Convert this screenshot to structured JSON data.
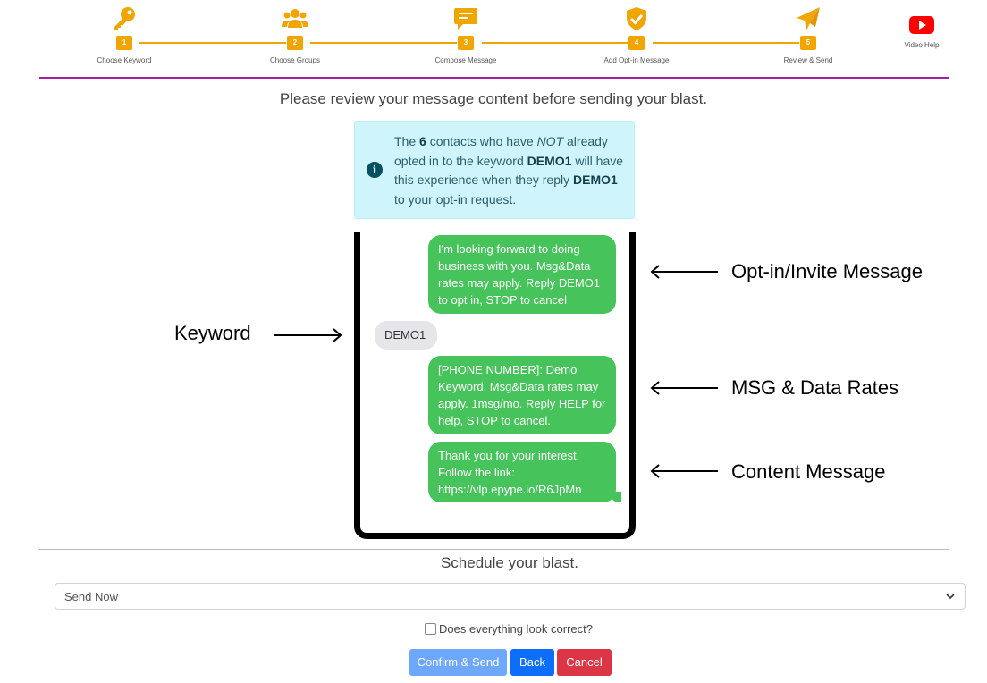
{
  "stepper": {
    "steps": [
      {
        "num": "1",
        "label": "Choose Keyword",
        "icon": "key-icon"
      },
      {
        "num": "2",
        "label": "Choose Groups",
        "icon": "users-icon"
      },
      {
        "num": "3",
        "label": "Compose Message",
        "icon": "message-icon"
      },
      {
        "num": "4",
        "label": "Add Opt-in Message",
        "icon": "shield-check-icon"
      },
      {
        "num": "5",
        "label": "Review & Send",
        "icon": "paper-plane-icon"
      }
    ],
    "video_help": "Video Help",
    "accent_color": "#f0a500"
  },
  "review_title": "Please review your message content before sending your blast.",
  "info": {
    "p1": "The ",
    "count": "6",
    "p2": " contacts who have ",
    "not": "NOT",
    "p3": " already opted in to the keyword ",
    "keyword1": "DEMO1",
    "p4": " will have this experience when they reply ",
    "keyword2": "DEMO1",
    "p5": " to your opt-in request."
  },
  "phone": {
    "optin_message": "I'm looking forward to doing business with you. Msg&Data rates may apply. Reply DEMO1 to opt in, STOP to cancel",
    "keyword_reply": "DEMO1",
    "rates_message": "[PHONE NUMBER]: Demo Keyword. Msg&Data rates may apply. 1msg/mo. Reply HELP for help, STOP to cancel.",
    "content_message": "Thank you for your interest. Follow the link: https://vlp.epype.io/R6JpMn"
  },
  "annotations": {
    "optin": "Opt-in/Invite Message",
    "keyword": "Keyword",
    "rates": "MSG & Data Rates",
    "content": "Content Message"
  },
  "schedule": {
    "title": "Schedule your blast.",
    "selected": "Send Now"
  },
  "confirm_label": "Does everything look correct?",
  "buttons": {
    "confirm": "Confirm & Send",
    "back": "Back",
    "cancel": "Cancel"
  },
  "colors": {
    "bubble_out": "#46c35a",
    "bubble_in": "#e5e5ea",
    "info_bg": "#cff4fc",
    "rule": "#a020a0"
  }
}
